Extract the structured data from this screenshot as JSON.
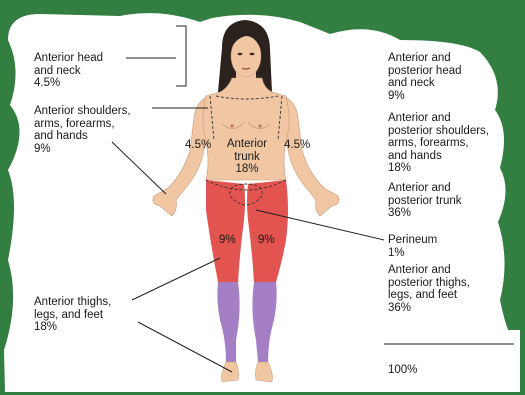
{
  "colors": {
    "background_green": "#2f7a3e",
    "panel": "#ffffff",
    "skin": "#f0c6a3",
    "thigh_red": "#e3534f",
    "leg_purple": "#a57fc6",
    "hair": "#2b211d"
  },
  "left_labels": {
    "head_neck": "Anterior head\nand neck\n4.5%",
    "shoulders_arms": "Anterior shoulders,\narms, forearms,\nand hands\n9%",
    "thighs_legs": "Anterior thighs,\nlegs, and feet\n18%"
  },
  "right_labels": {
    "head_neck": "Anterior and\nposterior head\nand neck\n9%",
    "shoulders_arms": "Anterior and\nposterior shoulders,\narms, forearms,\nand hands\n18%",
    "trunk": "Anterior and\nposterior trunk\n36%",
    "perineum": "Perineum\n1%",
    "thighs_legs": "Anterior and\nposterior thighs,\nlegs, and feet\n36%",
    "total": "100%"
  },
  "body_labels": {
    "left_arm": "4.5%",
    "right_arm": "4.5%",
    "trunk": "Anterior\ntrunk\n18%",
    "left_thigh": "9%",
    "right_thigh": "9%"
  }
}
